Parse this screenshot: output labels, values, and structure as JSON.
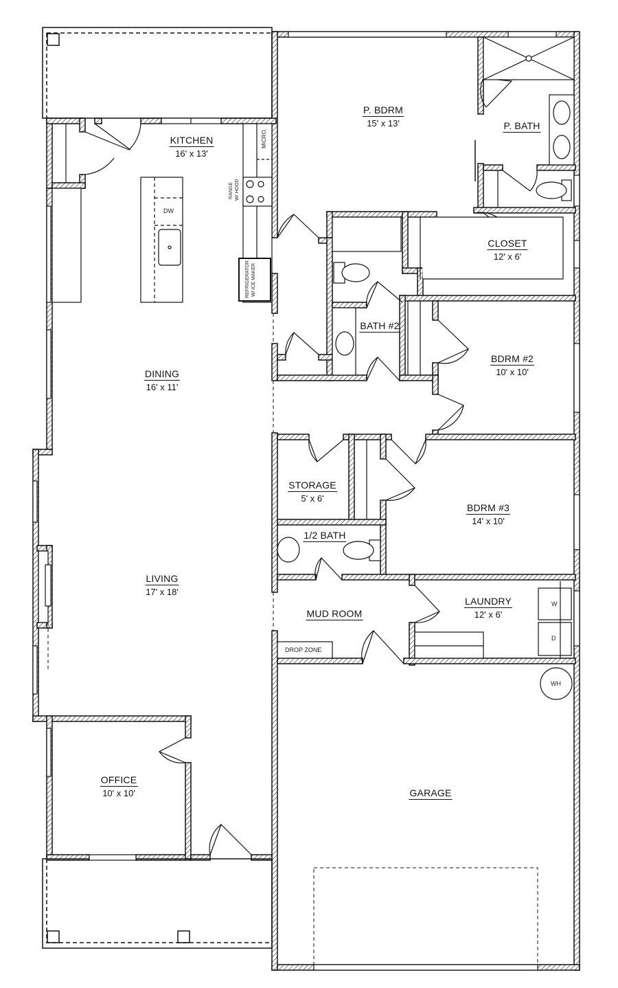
{
  "document": {
    "type": "floor plan",
    "background": "#ffffff",
    "line_color": "#111111"
  },
  "rooms": {
    "kitchen": {
      "name": "KITCHEN",
      "dims": "16' x 13'"
    },
    "dining": {
      "name": "DINING",
      "dims": "16' x 11'"
    },
    "living": {
      "name": "LIVING",
      "dims": "17' x 18'"
    },
    "office": {
      "name": "OFFICE",
      "dims": "10' x 10'"
    },
    "p_bdrm": {
      "name": "P. BDRM",
      "dims": "15' x 13'"
    },
    "p_bath": {
      "name": "P. BATH",
      "dims": ""
    },
    "closet": {
      "name": "CLOSET",
      "dims": "12' x 6'"
    },
    "bath2": {
      "name": "BATH #2",
      "dims": ""
    },
    "bdrm2": {
      "name": "BDRM #2",
      "dims": "10' x 10'"
    },
    "storage": {
      "name": "STORAGE",
      "dims": "5' x 6'"
    },
    "bdrm3": {
      "name": "BDRM #3",
      "dims": "14' x 10'"
    },
    "half_bath": {
      "name": "1/2 BATH",
      "dims": ""
    },
    "mud_room": {
      "name": "MUD ROOM",
      "dims": ""
    },
    "laundry": {
      "name": "LAUNDRY",
      "dims": "12' x 6'"
    },
    "garage": {
      "name": "GARAGE",
      "dims": ""
    }
  },
  "fixtures": {
    "dw": "DW",
    "micro": "MICRO.",
    "range": [
      "RANGE",
      "W/ HOOD"
    ],
    "refrigerator": [
      "REFRIGERATOR",
      "W/ ICE MAKER"
    ],
    "drop_zone": "DROP ZONE",
    "washer": "W",
    "dryer": "D",
    "water_heater": "WH"
  }
}
